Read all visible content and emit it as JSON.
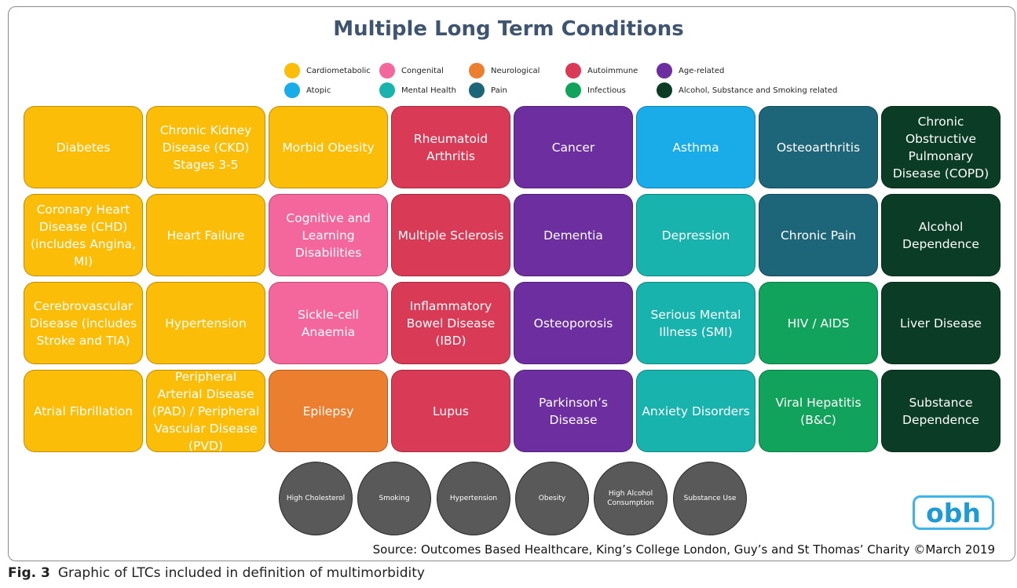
{
  "title": "Multiple Long Term Conditions",
  "legend": [
    {
      "label": "Cardiometabolic",
      "color": "#fbbd08"
    },
    {
      "label": "Congenital",
      "color": "#f4679d"
    },
    {
      "label": "Neurological",
      "color": "#ec7e2f"
    },
    {
      "label": "Autoimmune",
      "color": "#d93a56"
    },
    {
      "label": "Age-related",
      "color": "#6d2fa0"
    },
    {
      "label": "Atopic",
      "color": "#19ace9"
    },
    {
      "label": "Mental Health",
      "color": "#18b3ad"
    },
    {
      "label": "Pain",
      "color": "#1d6579"
    },
    {
      "label": "Infectious",
      "color": "#11a35b"
    },
    {
      "label": "Alcohol, Substance and Smoking related",
      "color": "#0b3d26"
    }
  ],
  "columns": [
    {
      "category": "Cardiometabolic",
      "color": "#fbbd08",
      "tiles": [
        "Diabetes",
        "Coronary Heart Disease (CHD) (includes Angina, MI)",
        "Cerebrovascular Disease (includes Stroke and TIA)",
        "Atrial Fibrillation"
      ]
    },
    {
      "category": "Cardiometabolic",
      "color": "#fbbd08",
      "tiles": [
        "Chronic Kidney Disease (CKD) Stages 3-5",
        "Heart Failure",
        "Hypertension",
        "Peripheral Arterial Disease (PAD) / Peripheral Vascular Disease (PVD)"
      ]
    },
    {
      "category": "Mixed",
      "color": "#fbbd08",
      "tiles": [
        "Morbid Obesity",
        "Cognitive and Learning Disabilities",
        "Sickle-cell Anaemia",
        "Epilepsy"
      ],
      "tile_colors": [
        "#fbbd08",
        "#f4679d",
        "#f4679d",
        "#ec7e2f"
      ]
    },
    {
      "category": "Autoimmune",
      "color": "#d93a56",
      "tiles": [
        "Rheumatoid Arthritis",
        "Multiple Sclerosis",
        "Inflammatory Bowel Disease (IBD)",
        "Lupus"
      ]
    },
    {
      "category": "Age-related",
      "color": "#6d2fa0",
      "tiles": [
        "Cancer",
        "Dementia",
        "Osteoporosis",
        "Parkinson’s Disease"
      ]
    },
    {
      "category": "Mixed",
      "color": "#18b3ad",
      "tiles": [
        "Asthma",
        "Depression",
        "Serious Mental Illness (SMI)",
        "Anxiety Disorders"
      ],
      "tile_colors": [
        "#19ace9",
        "#18b3ad",
        "#18b3ad",
        "#18b3ad"
      ]
    },
    {
      "category": "Mixed",
      "color": "#1d6579",
      "tiles": [
        "Osteoarthritis",
        "Chronic Pain",
        "HIV / AIDS",
        "Viral Hepatitis (B&C)"
      ],
      "tile_colors": [
        "#1d6579",
        "#1d6579",
        "#11a35b",
        "#11a35b"
      ]
    },
    {
      "category": "Alcohol, Substance and Smoking related",
      "color": "#0b3d26",
      "tiles": [
        "Chronic Obstructive Pulmonary Disease (COPD)",
        "Alcohol Dependence",
        "Liver Disease",
        "Substance Dependence"
      ]
    }
  ],
  "risk_factors": [
    "High Cholesterol",
    "Smoking",
    "Hypertension",
    "Obesity",
    "High Alcohol Consumption",
    "Substance Use"
  ],
  "logo": "obh",
  "source": "Source: Outcomes Based Healthcare, King’s College London, Guy’s and St Thomas’ Charity ©March 2019",
  "caption": {
    "label": "Fig. 3",
    "text": "Graphic of LTCs included in definition of multimorbidity"
  }
}
